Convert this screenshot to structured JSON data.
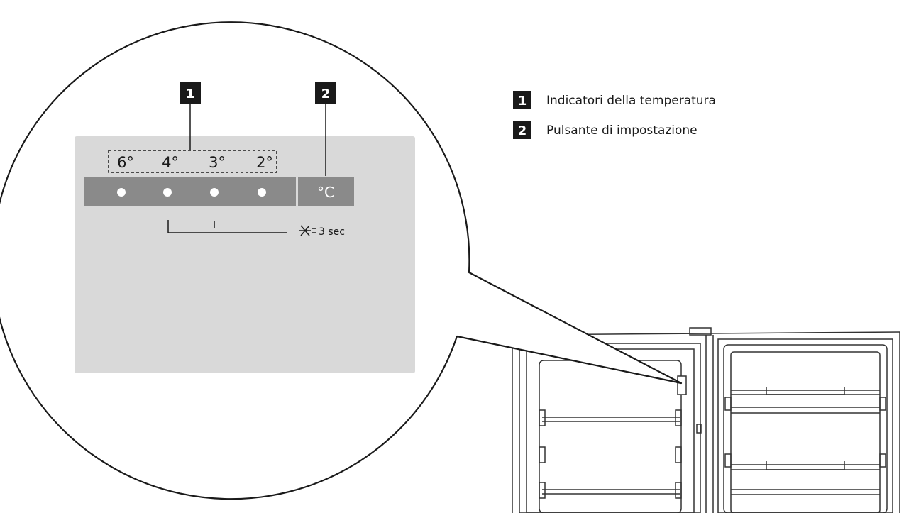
{
  "legend": [
    {
      "number": "1",
      "text": "Indicatori della temperatura"
    },
    {
      "number": "2",
      "text": "Pulsante di impostazione"
    }
  ],
  "panel": {
    "badge_indicators": "1",
    "badge_button": "2",
    "temperatures": [
      "6°",
      "4°",
      "3°",
      "2°"
    ],
    "set_button_label": "°C",
    "hold_hint": "3 sec",
    "hold_icon": "snowflake-icon"
  },
  "colors": {
    "panel_bg": "#d9d9d9",
    "control_strip": "#8a8a8a",
    "badge": "#1a1a1a",
    "indicator_light": "#ffffff"
  }
}
